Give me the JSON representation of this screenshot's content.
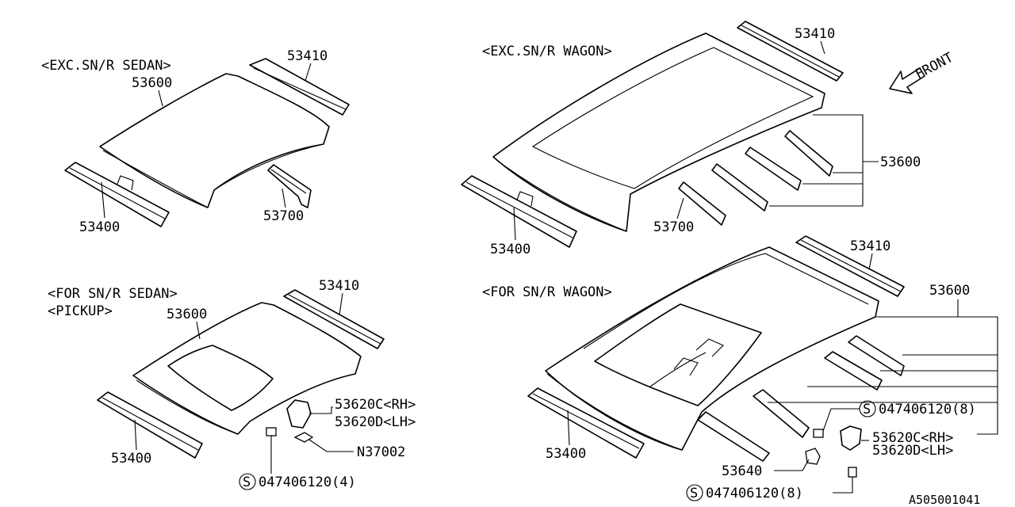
{
  "diagram_id": "A505001041",
  "groups": {
    "exc_sedan": "<EXC.SN/R SEDAN>",
    "exc_wagon": "<EXC.SN/R WAGON>",
    "for_sedan_line1": "<FOR SN/R SEDAN>",
    "for_sedan_line2": "<PICKUP>",
    "for_wagon": "<FOR SN/R WAGON>"
  },
  "front_label": "FRONT",
  "parts": {
    "p53410": "53410",
    "p53600": "53600",
    "p53400": "53400",
    "p53700": "53700",
    "p53620c": "53620C<RH>",
    "p53620d": "53620D<LH>",
    "n37002": "N37002",
    "p53640": "53640",
    "bolt_4": "047406120(4)",
    "bolt_8": "047406120(8)",
    "s_mark": "S"
  }
}
